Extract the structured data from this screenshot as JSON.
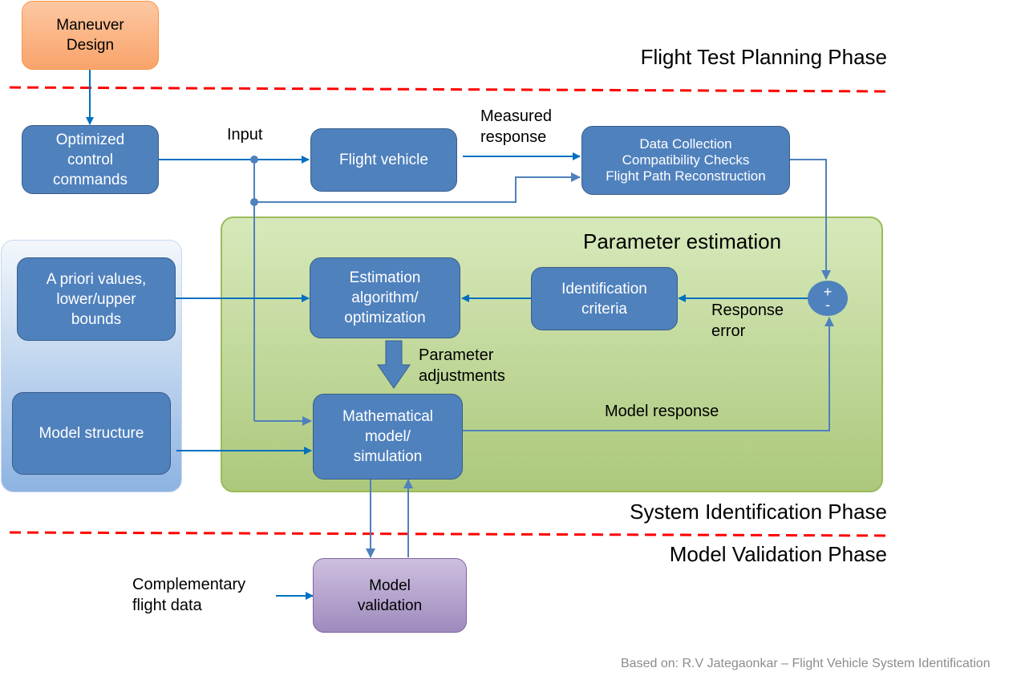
{
  "phases": {
    "planning": "Flight Test Planning Phase",
    "identification": "System Identification Phase",
    "validation": "Model Validation Phase"
  },
  "containers": {
    "parameter_estimation": "Parameter estimation"
  },
  "nodes": {
    "maneuver_design": "Maneuver\nDesign",
    "optimized_commands": "Optimized\ncontrol\ncommands",
    "flight_vehicle": "Flight vehicle",
    "data_collection": "Data Collection\nCompatibility Checks\nFlight Path Reconstruction",
    "a_priori": "A priori values,\nlower/upper\nbounds",
    "model_structure": "Model structure",
    "estimation_algorithm": "Estimation\nalgorithm/\noptimization",
    "identification_criteria": "Identification\ncriteria",
    "math_model": "Mathematical\nmodel/\nsimulation",
    "model_validation": "Model\nvalidation"
  },
  "summing_junction": {
    "plus": "+",
    "minus": "-"
  },
  "edge_labels": {
    "input": "Input",
    "measured_response": "Measured\nresponse",
    "response_error": "Response\nerror",
    "parameter_adjustments": "Parameter\nadjustments",
    "model_response": "Model response",
    "complementary_data": "Complementary\nflight data"
  },
  "colors": {
    "node_blue": "#4f81bd",
    "wire_blue": "#0070c0",
    "phase_divider": "#ff0000",
    "maneuver_orange": "#f9a36a",
    "validation_purple": "#b3a2c7",
    "estimation_green": "#c4dba0"
  },
  "credit": "Based on: R.V Jategaonkar – Flight Vehicle System Identification"
}
